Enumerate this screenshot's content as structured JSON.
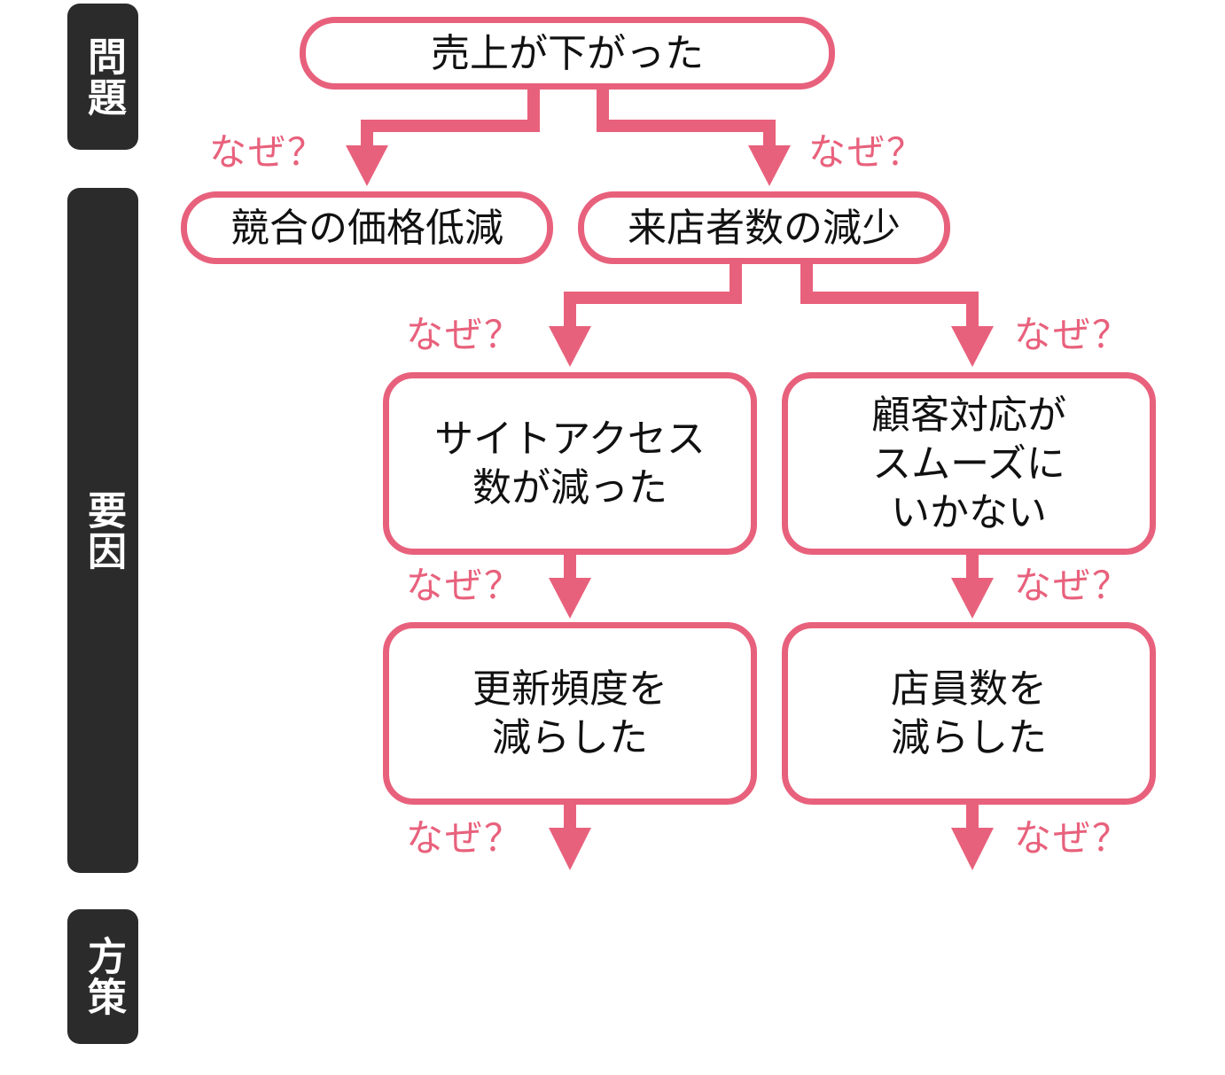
{
  "sidebar": {
    "problem": "問題",
    "cause": "要因",
    "measure": "方策"
  },
  "nodes": {
    "root": "売上が下がった",
    "price_drop": "競合の価格低減",
    "visitor_drop": "来店者数の減少",
    "site_access": "サイトアクセス\n数が減った",
    "customer_service": "顧客対応が\nスムーズに\nいかない",
    "update_freq": "更新頻度を\n減らした",
    "staff_count": "店員数を\n減らした"
  },
  "why_label": "なぜ？",
  "colors": {
    "accent": "#e8617c",
    "sidebar": "#2b2b2b",
    "text": "#111111"
  }
}
